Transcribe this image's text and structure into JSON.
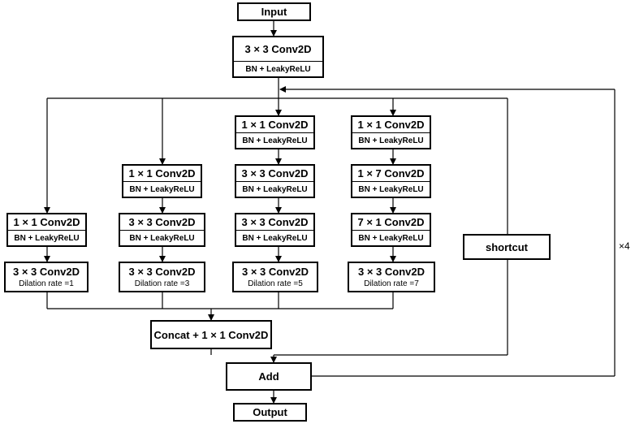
{
  "blocks": {
    "input": "Input",
    "stem_main": "3 × 3 Conv2D",
    "stem_sub": "BN + LeakyReLU",
    "b1_l1_main": "1 × 1 Conv2D",
    "b1_l1_sub": "BN + LeakyReLU",
    "b1_l2_main": "3 × 3 Conv2D",
    "b1_l2_dil": "Dilation rate =1",
    "b2_l1_main": "1 × 1 Conv2D",
    "b2_l1_sub": "BN + LeakyReLU",
    "b2_l2_main": "3 × 3 Conv2D",
    "b2_l2_sub": "BN + LeakyReLU",
    "b2_l3_main": "3 × 3 Conv2D",
    "b2_l3_dil": "Dilation rate =3",
    "b3_l1_main": "1 × 1 Conv2D",
    "b3_l1_sub": "BN + LeakyReLU",
    "b3_l2_main": "3 × 3 Conv2D",
    "b3_l2_sub": "BN + LeakyReLU",
    "b3_l3_main": "3 × 3 Conv2D",
    "b3_l3_sub": "BN + LeakyReLU",
    "b3_l4_main": "3 × 3 Conv2D",
    "b3_l4_dil": "Dilation rate =5",
    "b4_l1_main": "1 × 1 Conv2D",
    "b4_l1_sub": "BN + LeakyReLU",
    "b4_l2_main": "1 × 7 Conv2D",
    "b4_l2_sub": "BN + LeakyReLU",
    "b4_l3_main": "7 × 1 Conv2D",
    "b4_l3_sub": "BN + LeakyReLU",
    "b4_l4_main": "3 × 3 Conv2D",
    "b4_l4_dil": "Dilation rate =7",
    "shortcut": "shortcut",
    "concat": "Concat + 1 × 1 Conv2D",
    "add": "Add",
    "output": "Output"
  },
  "repeat_label": "×4"
}
